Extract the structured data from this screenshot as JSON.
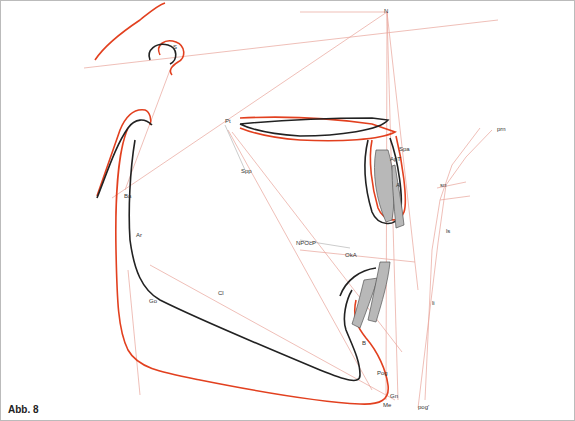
{
  "diagram": {
    "caption": "Abb. 8",
    "labels": [
      "N",
      "S",
      "Pt",
      "Ba",
      "Ar",
      "Go",
      "Gn",
      "Me",
      "Pog",
      "B",
      "A",
      "Spa",
      "ApT",
      "Spp",
      "NPOcP",
      "OkA",
      "Cl",
      "prn",
      "sn",
      "ls",
      "li",
      "pog'"
    ]
  }
}
